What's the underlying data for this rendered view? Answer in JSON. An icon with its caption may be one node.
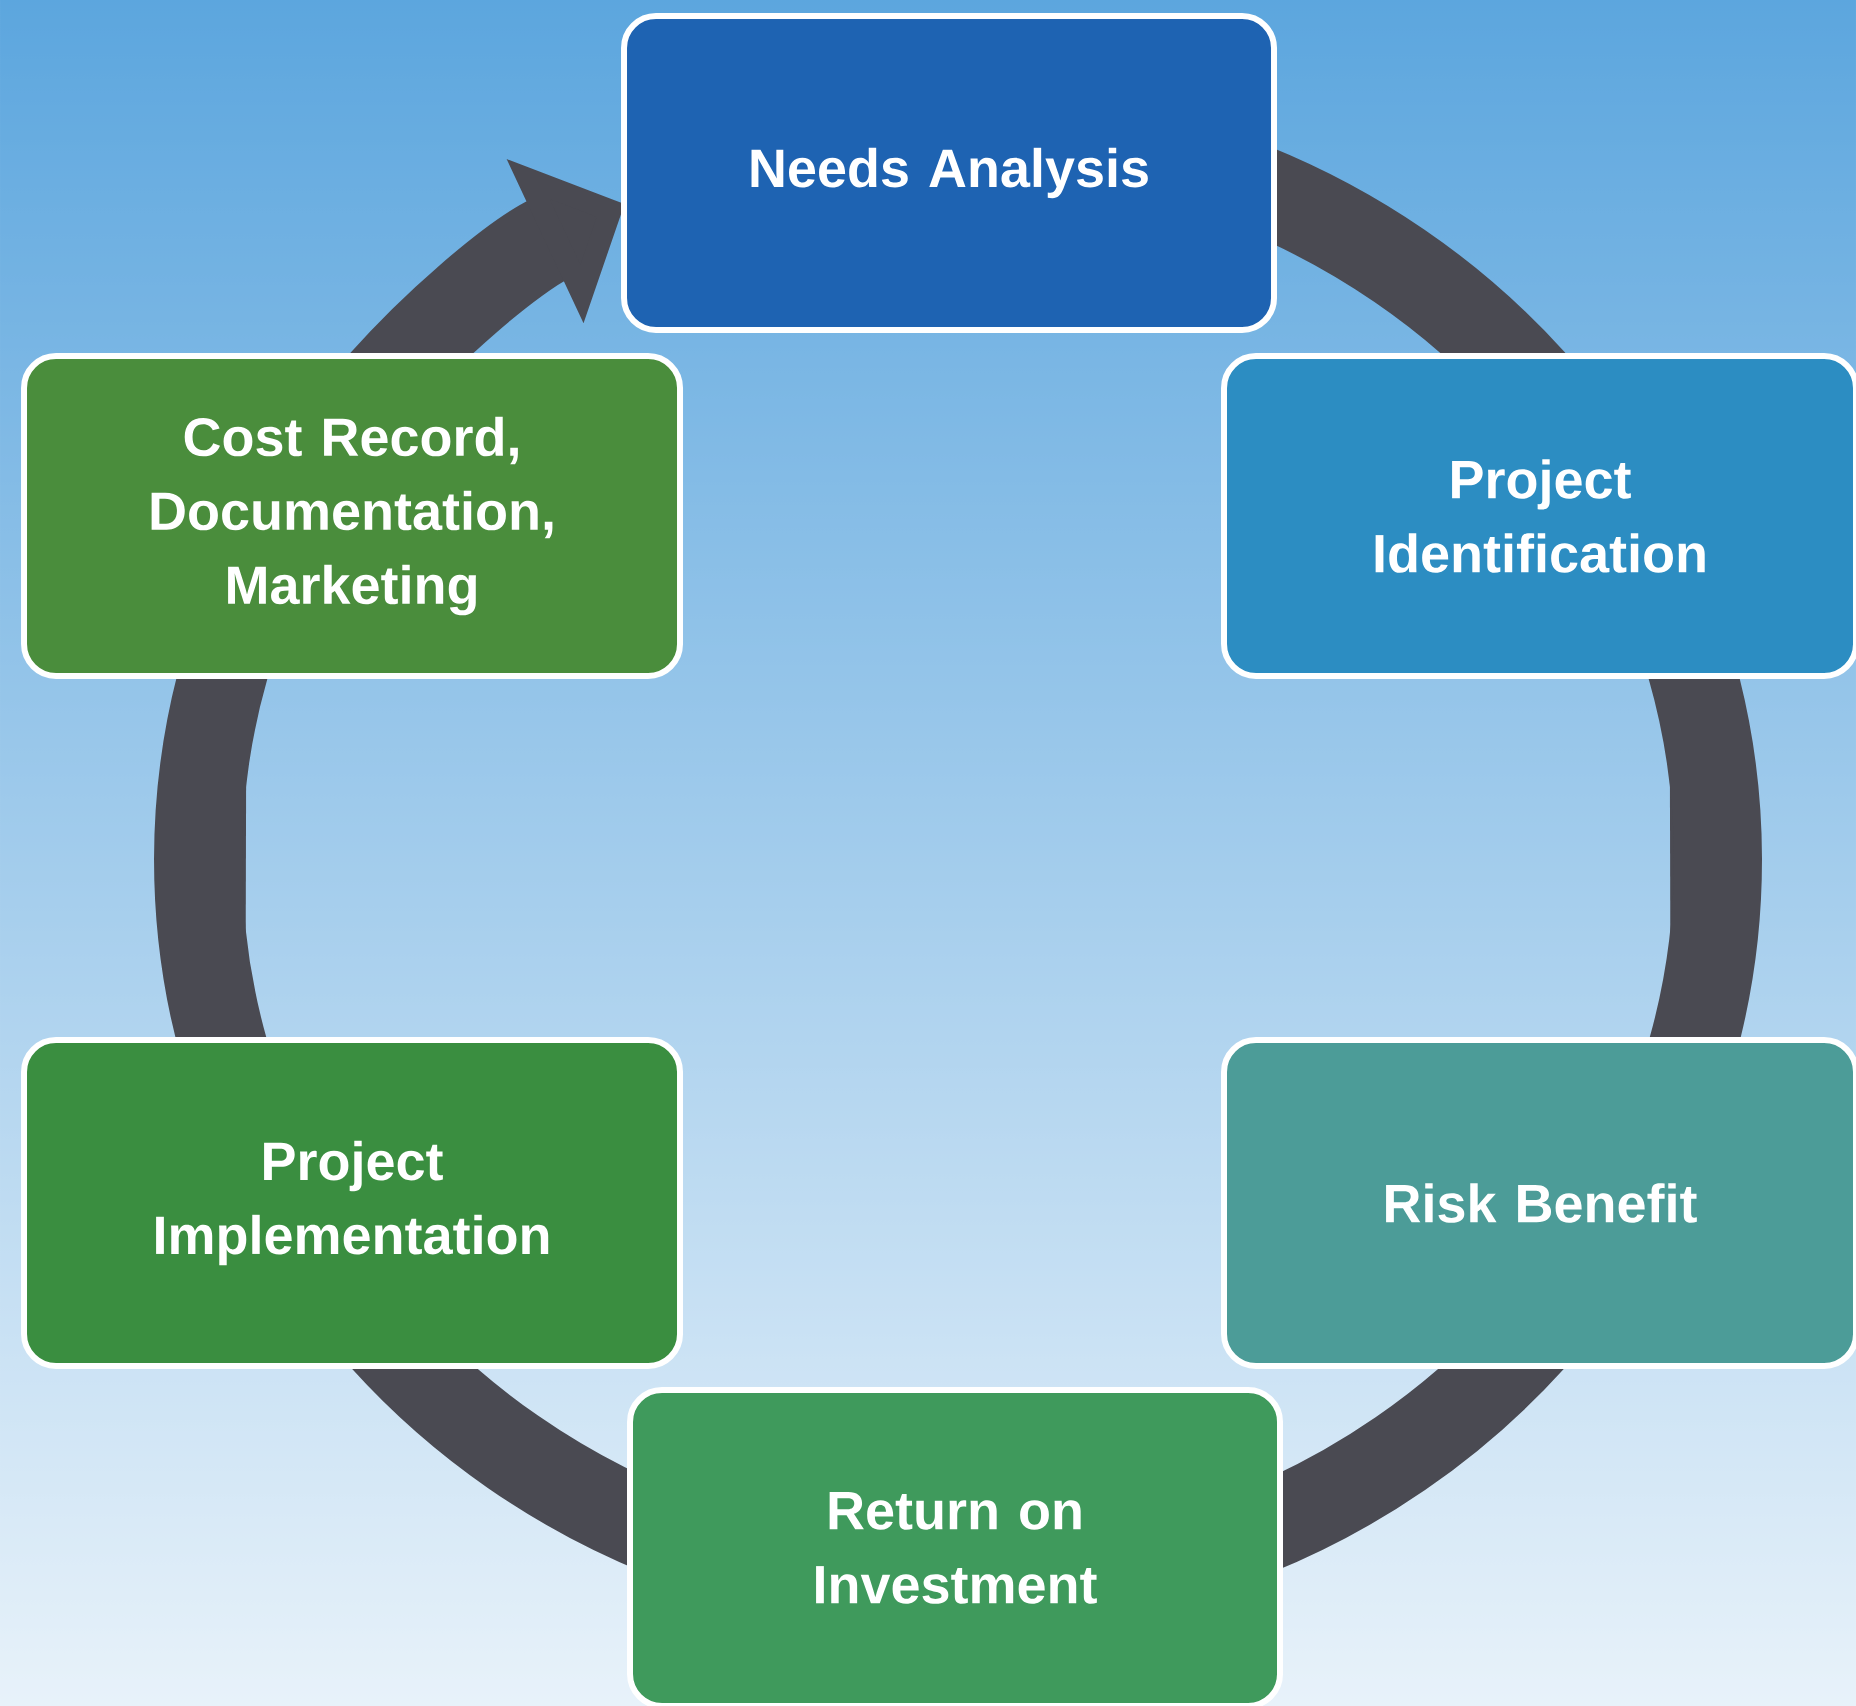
{
  "diagram": {
    "nodes": [
      {
        "text": [
          "Needs Analysis"
        ]
      },
      {
        "text": [
          "Project Identification"
        ]
      },
      {
        "text": [
          "Risk Benefit"
        ]
      },
      {
        "text": [
          "Return on Investment"
        ]
      },
      {
        "text": [
          "Project Implementation"
        ]
      },
      {
        "text": [
          "Cost Record, Documentation, Marketing"
        ]
      }
    ],
    "edges": [
      {
        "from": 0,
        "to": 1,
        "arrow": "none"
      },
      {
        "from": 1,
        "to": 2,
        "arrow": "none"
      },
      {
        "from": 2,
        "to": 3,
        "arrow": "none"
      },
      {
        "from": 3,
        "to": 4,
        "arrow": "none"
      },
      {
        "from": 4,
        "to": 5,
        "arrow": "none"
      },
      {
        "from": 5,
        "to": 0,
        "arrow": "to"
      }
    ]
  }
}
